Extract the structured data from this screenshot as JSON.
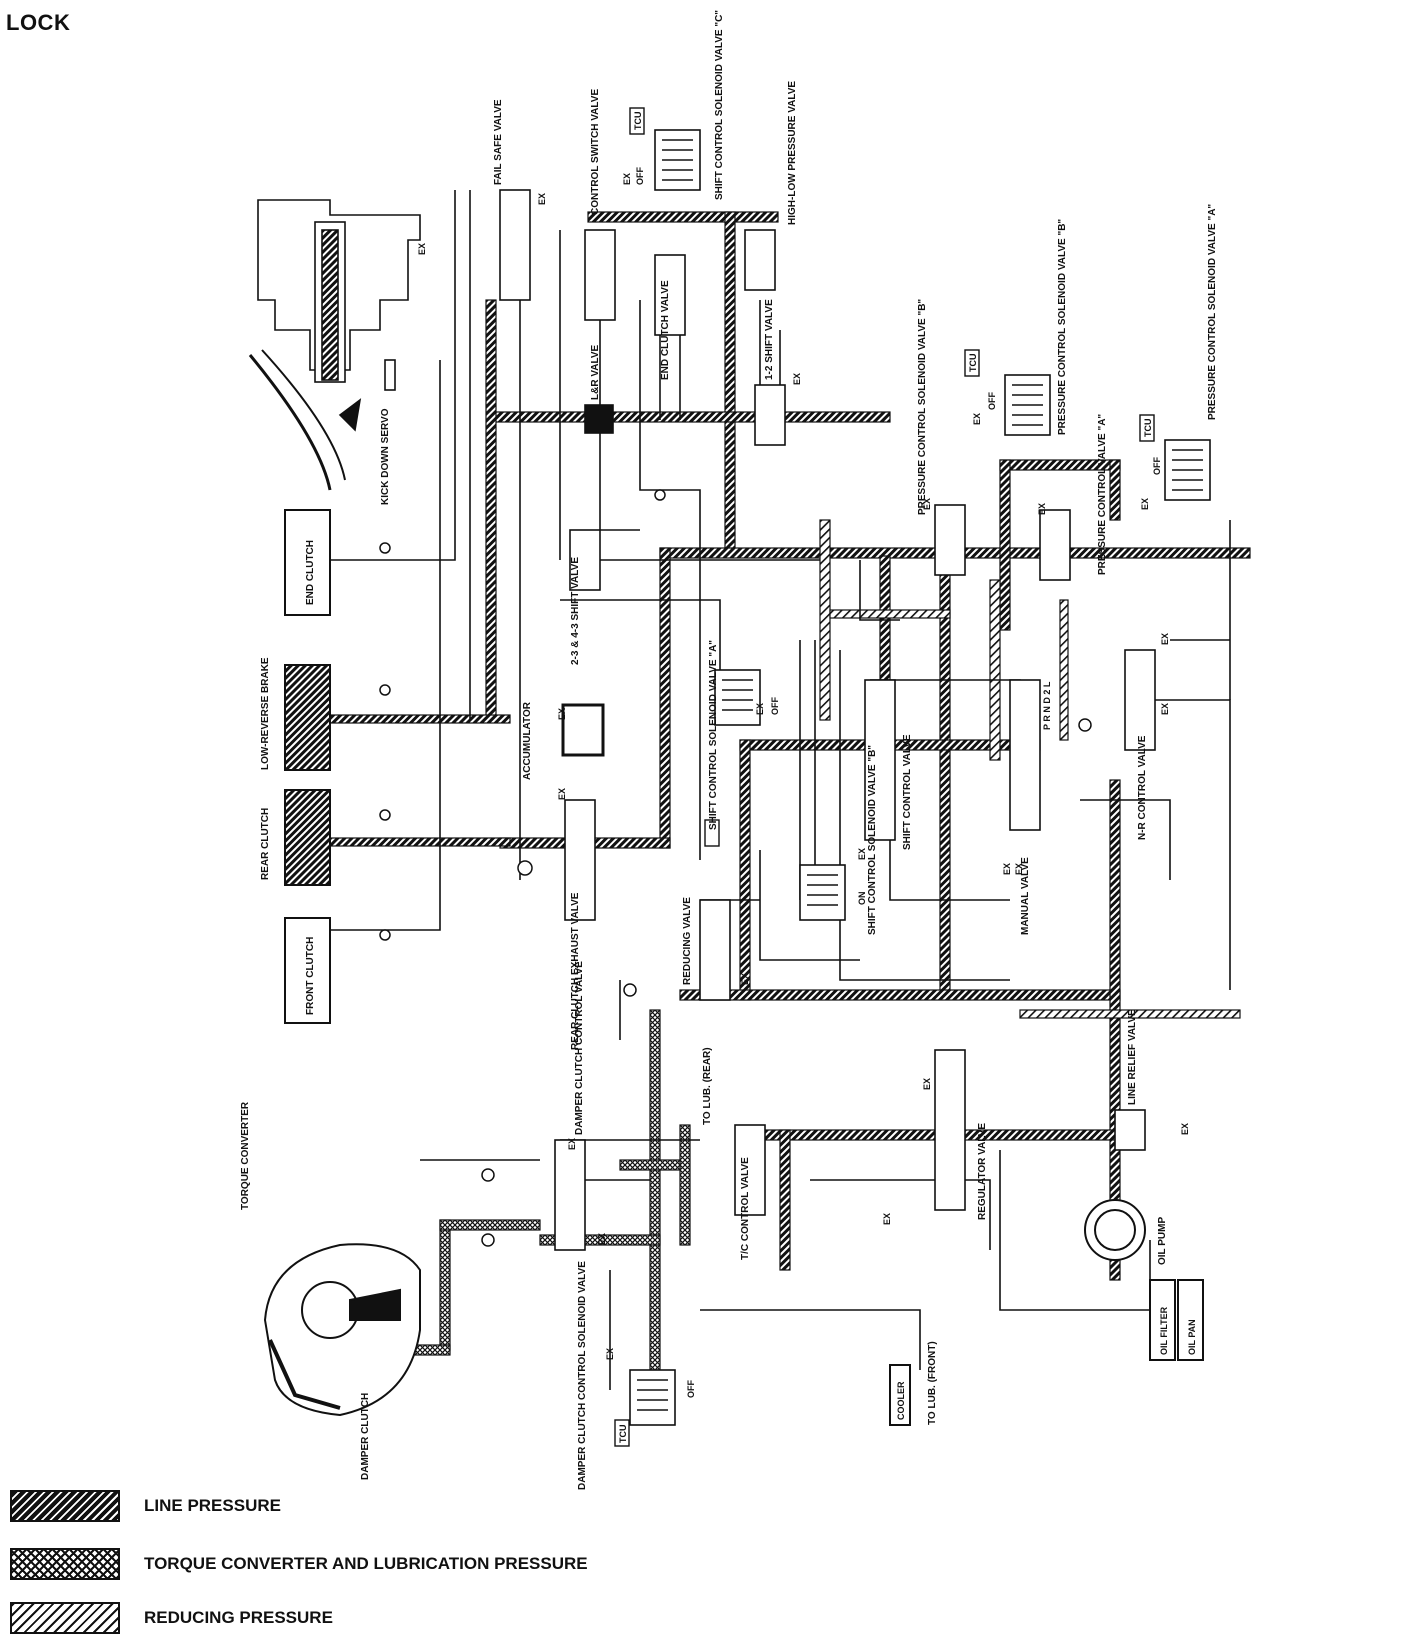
{
  "title": "LOCK",
  "components": {
    "fail_safe_valve": "FAIL SAFE VALVE",
    "control_switch_valve": "CONTROL SWITCH VALVE",
    "shift_solenoid_c": "SHIFT CONTROL SOLENOID VALVE \"C\"",
    "high_low_valve": "HIGH-LOW PRESSURE VALVE",
    "kick_down_servo": "KICK DOWN SERVO",
    "lr_valve": "L&R VALVE",
    "end_clutch_valve": "END CLUTCH VALVE",
    "shift_12_valve": "1-2 SHIFT VALVE",
    "pc_solenoid_b": "PRESSURE CONTROL SOLENOID VALVE \"B\"",
    "pc_valve_b": "PRESSURE CONTROL SOLENOID VALVE \"B\"",
    "pc_solenoid_a": "PRESSURE CONTROL SOLENOID VALVE \"A\"",
    "pc_valve_a": "PRESSURE CONTROL VALVE \"A\"",
    "end_clutch": "END CLUTCH",
    "low_reverse_brake": "LOW-REVERSE BRAKE",
    "rear_clutch": "REAR CLUTCH",
    "front_clutch": "FRONT CLUTCH",
    "shift_23_43_valve": "2-3 & 4-3 SHIFT VALVE",
    "accumulator": "ACCUMULATOR",
    "shift_solenoid_a": "SHIFT CONTROL SOLENOID VALVE \"A\"",
    "shift_solenoid_b": "SHIFT CONTROL SOLENOID VALVE \"B\"",
    "shift_control_valve": "SHIFT CONTROL VALVE",
    "manual_valve": "MANUAL VALVE",
    "nr_control_valve": "N-R CONTROL VALVE",
    "rear_clutch_exhaust": "REAR CLUTCH EXHAUST VALVE",
    "reducing_valve": "REDUCING VALVE",
    "to_lub_rear": "TO LUB. (REAR)",
    "damper_clutch_control_valve": "DAMPER CLUTCH CONTROL VALVE",
    "line_relief_valve": "LINE RELIEF VALVE",
    "regulator_valve": "REGULATOR VALVE",
    "tc_control_valve": "T/C CONTROL VALVE",
    "oil_pump": "OIL PUMP",
    "oil_filter": "OIL FILTER",
    "oil_pan": "OIL PAN",
    "torque_converter": "TORQUE CONVERTER",
    "damper_clutch": "DAMPER CLUTCH",
    "damper_solenoid": "DAMPER CLUTCH CONTROL SOLENOID VALVE",
    "cooler": "COOLER",
    "to_lub_front": "TO LUB. (FRONT)",
    "tcu": "TCU",
    "ex": "EX",
    "off": "OFF",
    "on": "ON",
    "prnd21": "P R N D 2 L"
  },
  "legend": [
    {
      "label": "LINE PRESSURE",
      "pattern": "line"
    },
    {
      "label": "TORQUE CONVERTER AND LUBRICATION PRESSURE",
      "pattern": "torque-converter"
    },
    {
      "label": "REDUCING PRESSURE",
      "pattern": "reducing"
    }
  ],
  "colors": {
    "ink": "#111111",
    "paper": "#ffffff"
  }
}
